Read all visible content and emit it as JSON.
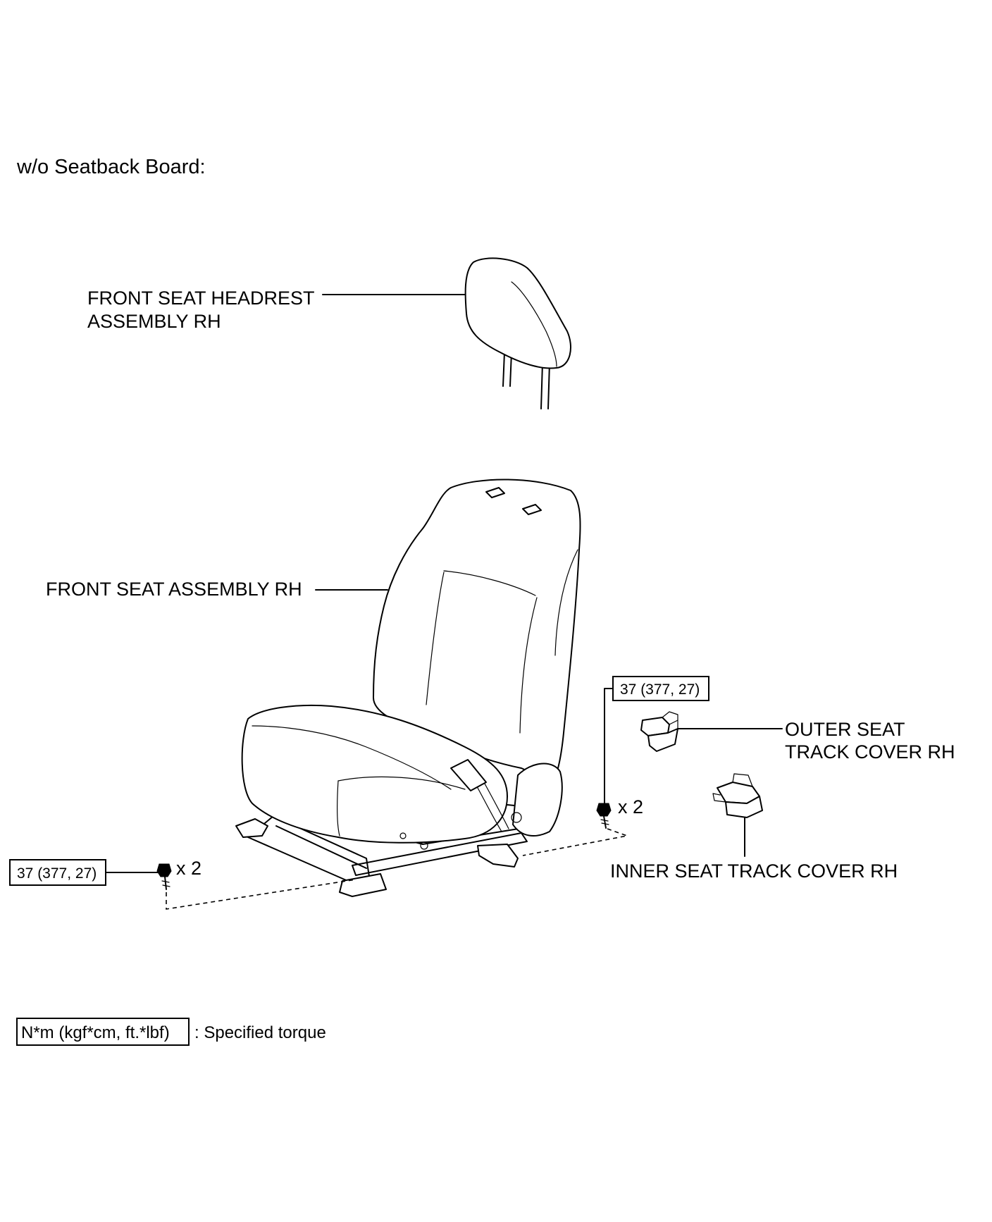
{
  "header": {
    "title": "w/o Seatback Board:"
  },
  "labels": {
    "headrest_line1": "FRONT SEAT HEADREST",
    "headrest_line2": "ASSEMBLY RH",
    "seat_assembly": "FRONT SEAT ASSEMBLY RH",
    "outer_cover_line1": "OUTER SEAT",
    "outer_cover_line2": "TRACK COVER RH",
    "inner_cover": "INNER SEAT TRACK COVER RH"
  },
  "torque": {
    "right_value": "37 (377, 27)",
    "left_value": "37 (377, 27)",
    "right_qty": "x 2",
    "left_qty": "x 2"
  },
  "legend": {
    "unit_box": "N*m (kgf*cm, ft.*lbf)",
    "description": ": Specified torque"
  },
  "icons": {
    "headrest": "headrest-icon",
    "seat": "front-seat-icon",
    "bolt": "bolt-icon",
    "outer_cover": "outer-track-cover-icon",
    "inner_cover": "inner-track-cover-icon"
  }
}
